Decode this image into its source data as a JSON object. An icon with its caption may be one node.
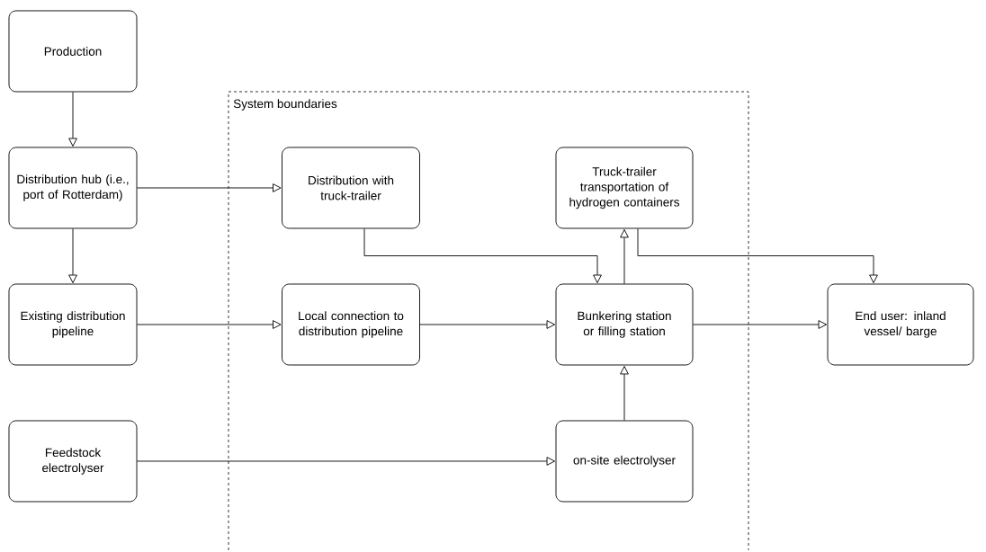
{
  "diagram": {
    "nodes": [
      {
        "text": [
          "Production"
        ]
      },
      {
        "text": [
          "Distribution hub (i.e., port of Rotterdam)"
        ]
      },
      {
        "text": [
          "Existing distribution pipeline"
        ]
      },
      {
        "text": [
          "Feedstock electrolyser"
        ]
      },
      {
        "text": [
          "System boundaries"
        ]
      },
      {
        "text": [
          "Distribution with truck-trailer"
        ],
        "in": 4
      },
      {
        "text": [
          "Truck-trailer transportation of hydrogen containers"
        ],
        "in": 4
      },
      {
        "text": [
          "Local connection to distribution pipeline"
        ],
        "in": 4
      },
      {
        "text": [
          "Bunkering station or filling station"
        ],
        "in": 4
      },
      {
        "text": [
          "on-site electrolyser"
        ],
        "in": 4
      },
      {
        "text": [
          "End user: inland vessel/ barge"
        ]
      }
    ],
    "edges": [
      {
        "from": 0,
        "to": 1,
        "arrow": "to"
      },
      {
        "from": 1,
        "to": 5,
        "arrow": "to"
      },
      {
        "from": 1,
        "to": 2,
        "arrow": "to"
      },
      {
        "from": 2,
        "to": 7,
        "arrow": "to"
      },
      {
        "from": 7,
        "to": 8,
        "arrow": "to"
      },
      {
        "from": 5,
        "to": 8,
        "arrow": "to"
      },
      {
        "from": 8,
        "to": 6,
        "arrow": "to"
      },
      {
        "from": 6,
        "to": 10,
        "arrow": "to"
      },
      {
        "from": 8,
        "to": 10,
        "arrow": "to"
      },
      {
        "from": 3,
        "to": 9,
        "arrow": "to"
      },
      {
        "from": 9,
        "to": 8,
        "arrow": "to"
      }
    ]
  }
}
